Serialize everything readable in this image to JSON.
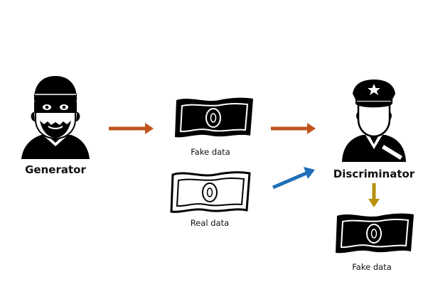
{
  "labels": {
    "generator": "Generator",
    "discriminator": "Discriminator",
    "fake_data_top": "Fake data",
    "real_data": "Real data",
    "fake_data_bottom": "Fake data"
  },
  "colors": {
    "background": "#ffffff",
    "ink": "#000000",
    "arrow_fake": "#c0541a",
    "arrow_real": "#1f6fb8",
    "arrow_output": "#b8900e"
  },
  "icons": {
    "generator": "masked-thief-icon",
    "discriminator": "police-officer-icon",
    "fake_note": "dark-banknote-icon",
    "real_note": "outline-banknote-icon"
  }
}
